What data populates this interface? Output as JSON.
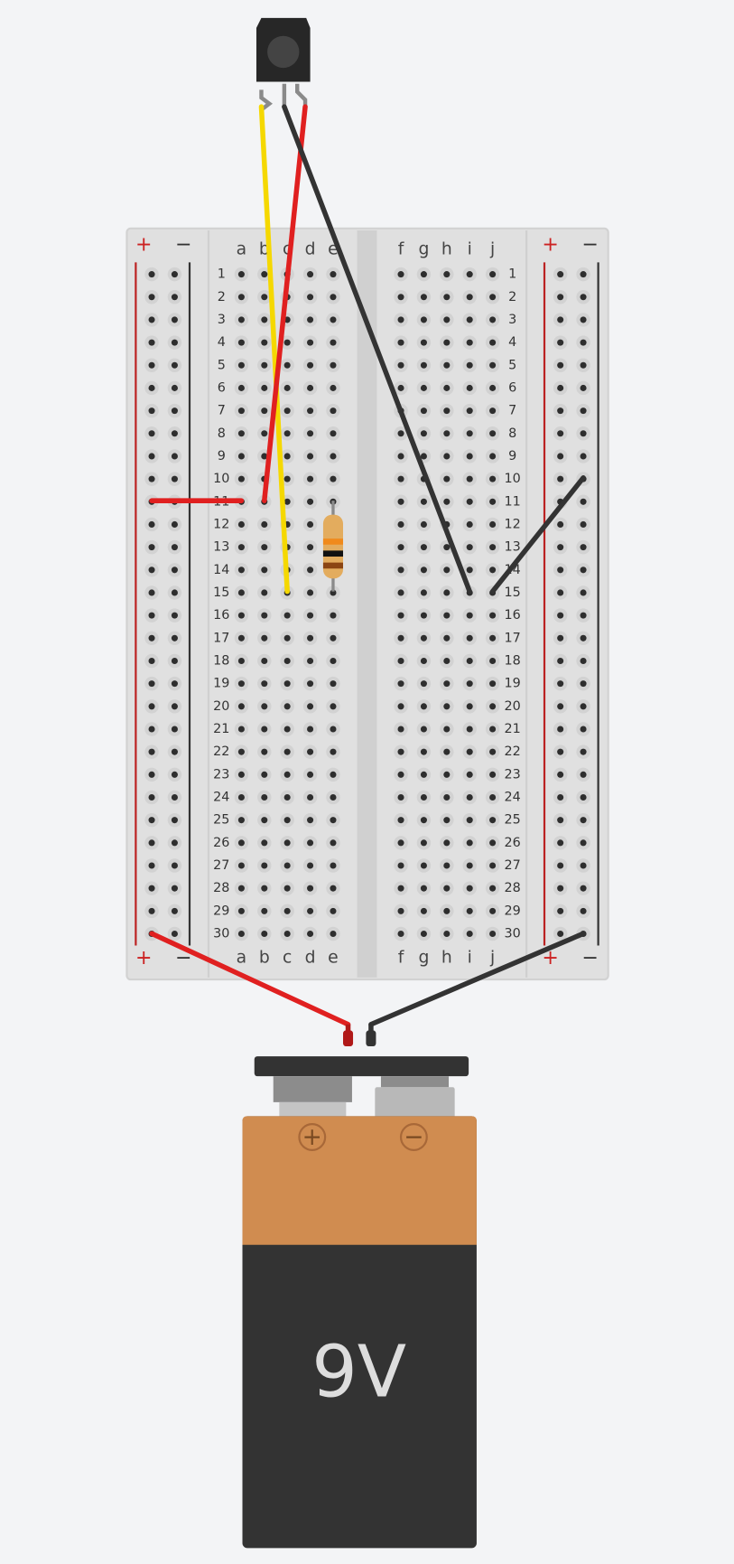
{
  "breadboard": {
    "rows": [
      "1",
      "2",
      "3",
      "4",
      "5",
      "6",
      "7",
      "8",
      "9",
      "10",
      "11",
      "12",
      "13",
      "14",
      "15",
      "16",
      "17",
      "18",
      "19",
      "20",
      "21",
      "22",
      "23",
      "24",
      "25",
      "26",
      "27",
      "28",
      "29",
      "30"
    ],
    "left_columns": [
      "a",
      "b",
      "c",
      "d",
      "e"
    ],
    "right_columns": [
      "f",
      "g",
      "h",
      "i",
      "j"
    ],
    "plus_label": "+",
    "minus_label": "−"
  },
  "battery": {
    "label": "9V",
    "plus_symbol": "+",
    "minus_symbol": "−"
  },
  "colors": {
    "board": "#e0e0e0",
    "wire_red": "#e02020",
    "wire_black": "#333333",
    "wire_yellow": "#f5d800",
    "battery_top": "#d08c50",
    "battery_body": "#333333"
  }
}
